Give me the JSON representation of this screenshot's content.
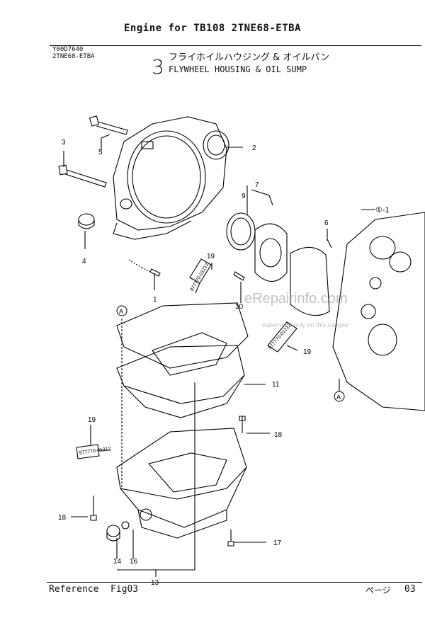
{
  "header": {
    "title": "Engine for TB108  2TNE68-ETBA"
  },
  "codes": {
    "line1": "Y00D7640",
    "line2": "2TNE68-ETBA"
  },
  "section": {
    "number": "3",
    "title_jp": "フライホイルハウジング & オイルパン",
    "title_en": "FLYWHEEL HOUSING & OIL SUMP"
  },
  "callouts": {
    "c1": "1",
    "c2": "2",
    "c3": "3",
    "c4": "4",
    "c5": "5",
    "c6": "6",
    "c7": "7",
    "c9": "9",
    "c10": "10",
    "c11": "11",
    "c13": "13",
    "c14": "14",
    "c16": "16",
    "c17": "17",
    "c18a": "18",
    "c18b": "18",
    "c19a": "19",
    "c19b": "19",
    "c19c": "19",
    "c1_1": "①-1",
    "refA1": "A",
    "refA2": "A"
  },
  "tubes": {
    "t1": "977770-01212",
    "t2": "977770-01212",
    "t3": "977770-01212"
  },
  "watermark": {
    "line1": "eRepairinfo.com",
    "line2": "watermark only on this sample"
  },
  "footer": {
    "reference": "Reference",
    "fig": "Fig03",
    "page_label": "ページ",
    "page": "03"
  }
}
